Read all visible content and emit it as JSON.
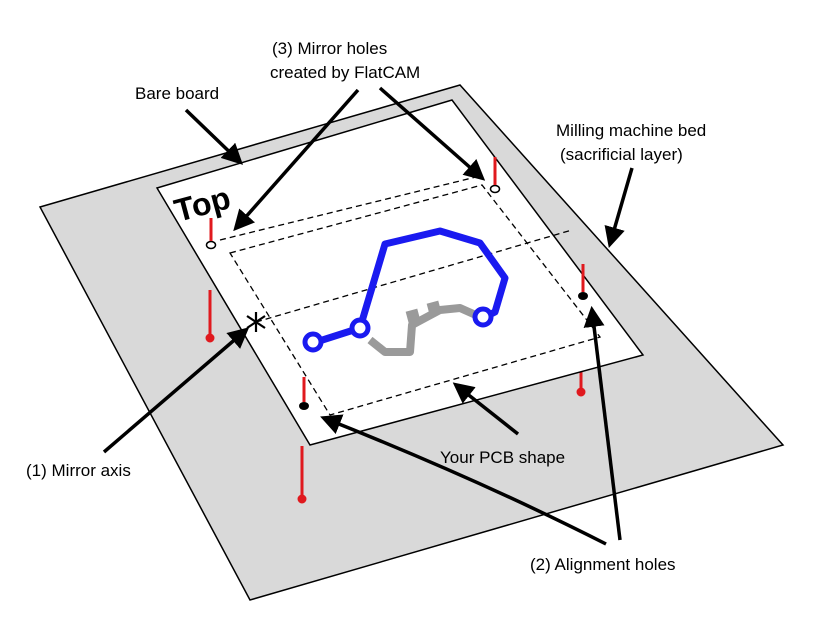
{
  "board_label": "Top",
  "labels": {
    "bare_board": "Bare board",
    "mirror_holes_line1": "(3) Mirror holes",
    "mirror_holes_line2": "created by FlatCAM",
    "bed_line1": "Milling machine bed",
    "bed_line2": "(sacrificial layer)",
    "mirror_axis": "(1) Mirror axis",
    "pcb_shape": "Your PCB shape",
    "alignment_holes": "(2) Alignment holes"
  },
  "colors": {
    "bed": "#d9d9d9",
    "board": "#ffffff",
    "pins": "#e0191e",
    "trace_blue": "#1a1af0",
    "trace_gray": "#9a9a9a",
    "outline": "#000000"
  },
  "markers": {
    "mirror_axis_marker": "asterisk"
  }
}
